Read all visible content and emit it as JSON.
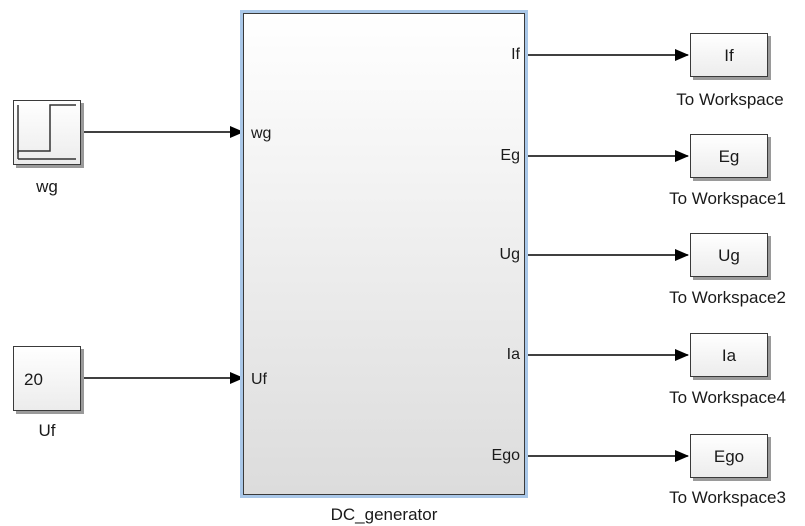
{
  "sources": [
    {
      "id": "wg",
      "block_text": "",
      "caption": "wg",
      "icon": "step-icon"
    },
    {
      "id": "Uf",
      "block_text": "20",
      "caption": "Uf"
    }
  ],
  "subsystem": {
    "name": "DC_generator",
    "inputs": [
      "wg",
      "Uf"
    ],
    "outputs": [
      "If",
      "Eg",
      "Ug",
      "Ia",
      "Ego"
    ]
  },
  "sinks": [
    {
      "var": "If",
      "caption": "To Workspace"
    },
    {
      "var": "Eg",
      "caption": "To Workspace1"
    },
    {
      "var": "Ug",
      "caption": "To Workspace2"
    },
    {
      "var": "Ia",
      "caption": "To Workspace4"
    },
    {
      "var": "Ego",
      "caption": "To Workspace3"
    }
  ]
}
